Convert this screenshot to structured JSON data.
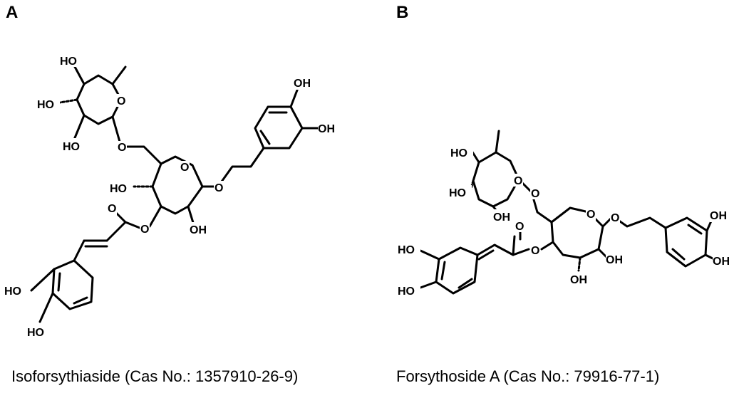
{
  "panels": [
    {
      "letter": "A",
      "name": "Isoforsythiaside",
      "caption": "Isoforsythiaside (Cas No.: 1357910-26-9)",
      "atoms": {
        "ho_rha_top": "HO",
        "ho_rha_mid": "HO",
        "ho_rha_bot": "HO",
        "o_rha_ring": "O",
        "o_link": "O",
        "o_glc_ring": "O",
        "ho_glc": "HO",
        "o_ester": "O",
        "oh_glc": "OH",
        "o_carbonyl": "O",
        "o_aglycone": "O",
        "oh_right_top": "OH",
        "oh_right_bot": "OH",
        "ho_caff_top": "HO",
        "ho_caff_bot": "HO"
      }
    },
    {
      "letter": "B",
      "name": "Forsythoside A",
      "caption": "Forsythoside A (Cas No.: 79916-77-1)",
      "atoms": {
        "ho_rha_top": "HO",
        "ho_rha_mid": "HO",
        "oh_rha_bot": "OH",
        "o_rha_ring": "O",
        "o_link": "O",
        "o_glc_ring": "O",
        "o_aglycone": "O",
        "o_ester": "O",
        "o_carbonyl": "O",
        "oh_glc_right": "OH",
        "oh_glc_bot": "OH",
        "ho_caff_top": "HO",
        "ho_caff_bot": "HO",
        "oh_right_top": "OH",
        "oh_right_bot": "OH"
      }
    }
  ]
}
